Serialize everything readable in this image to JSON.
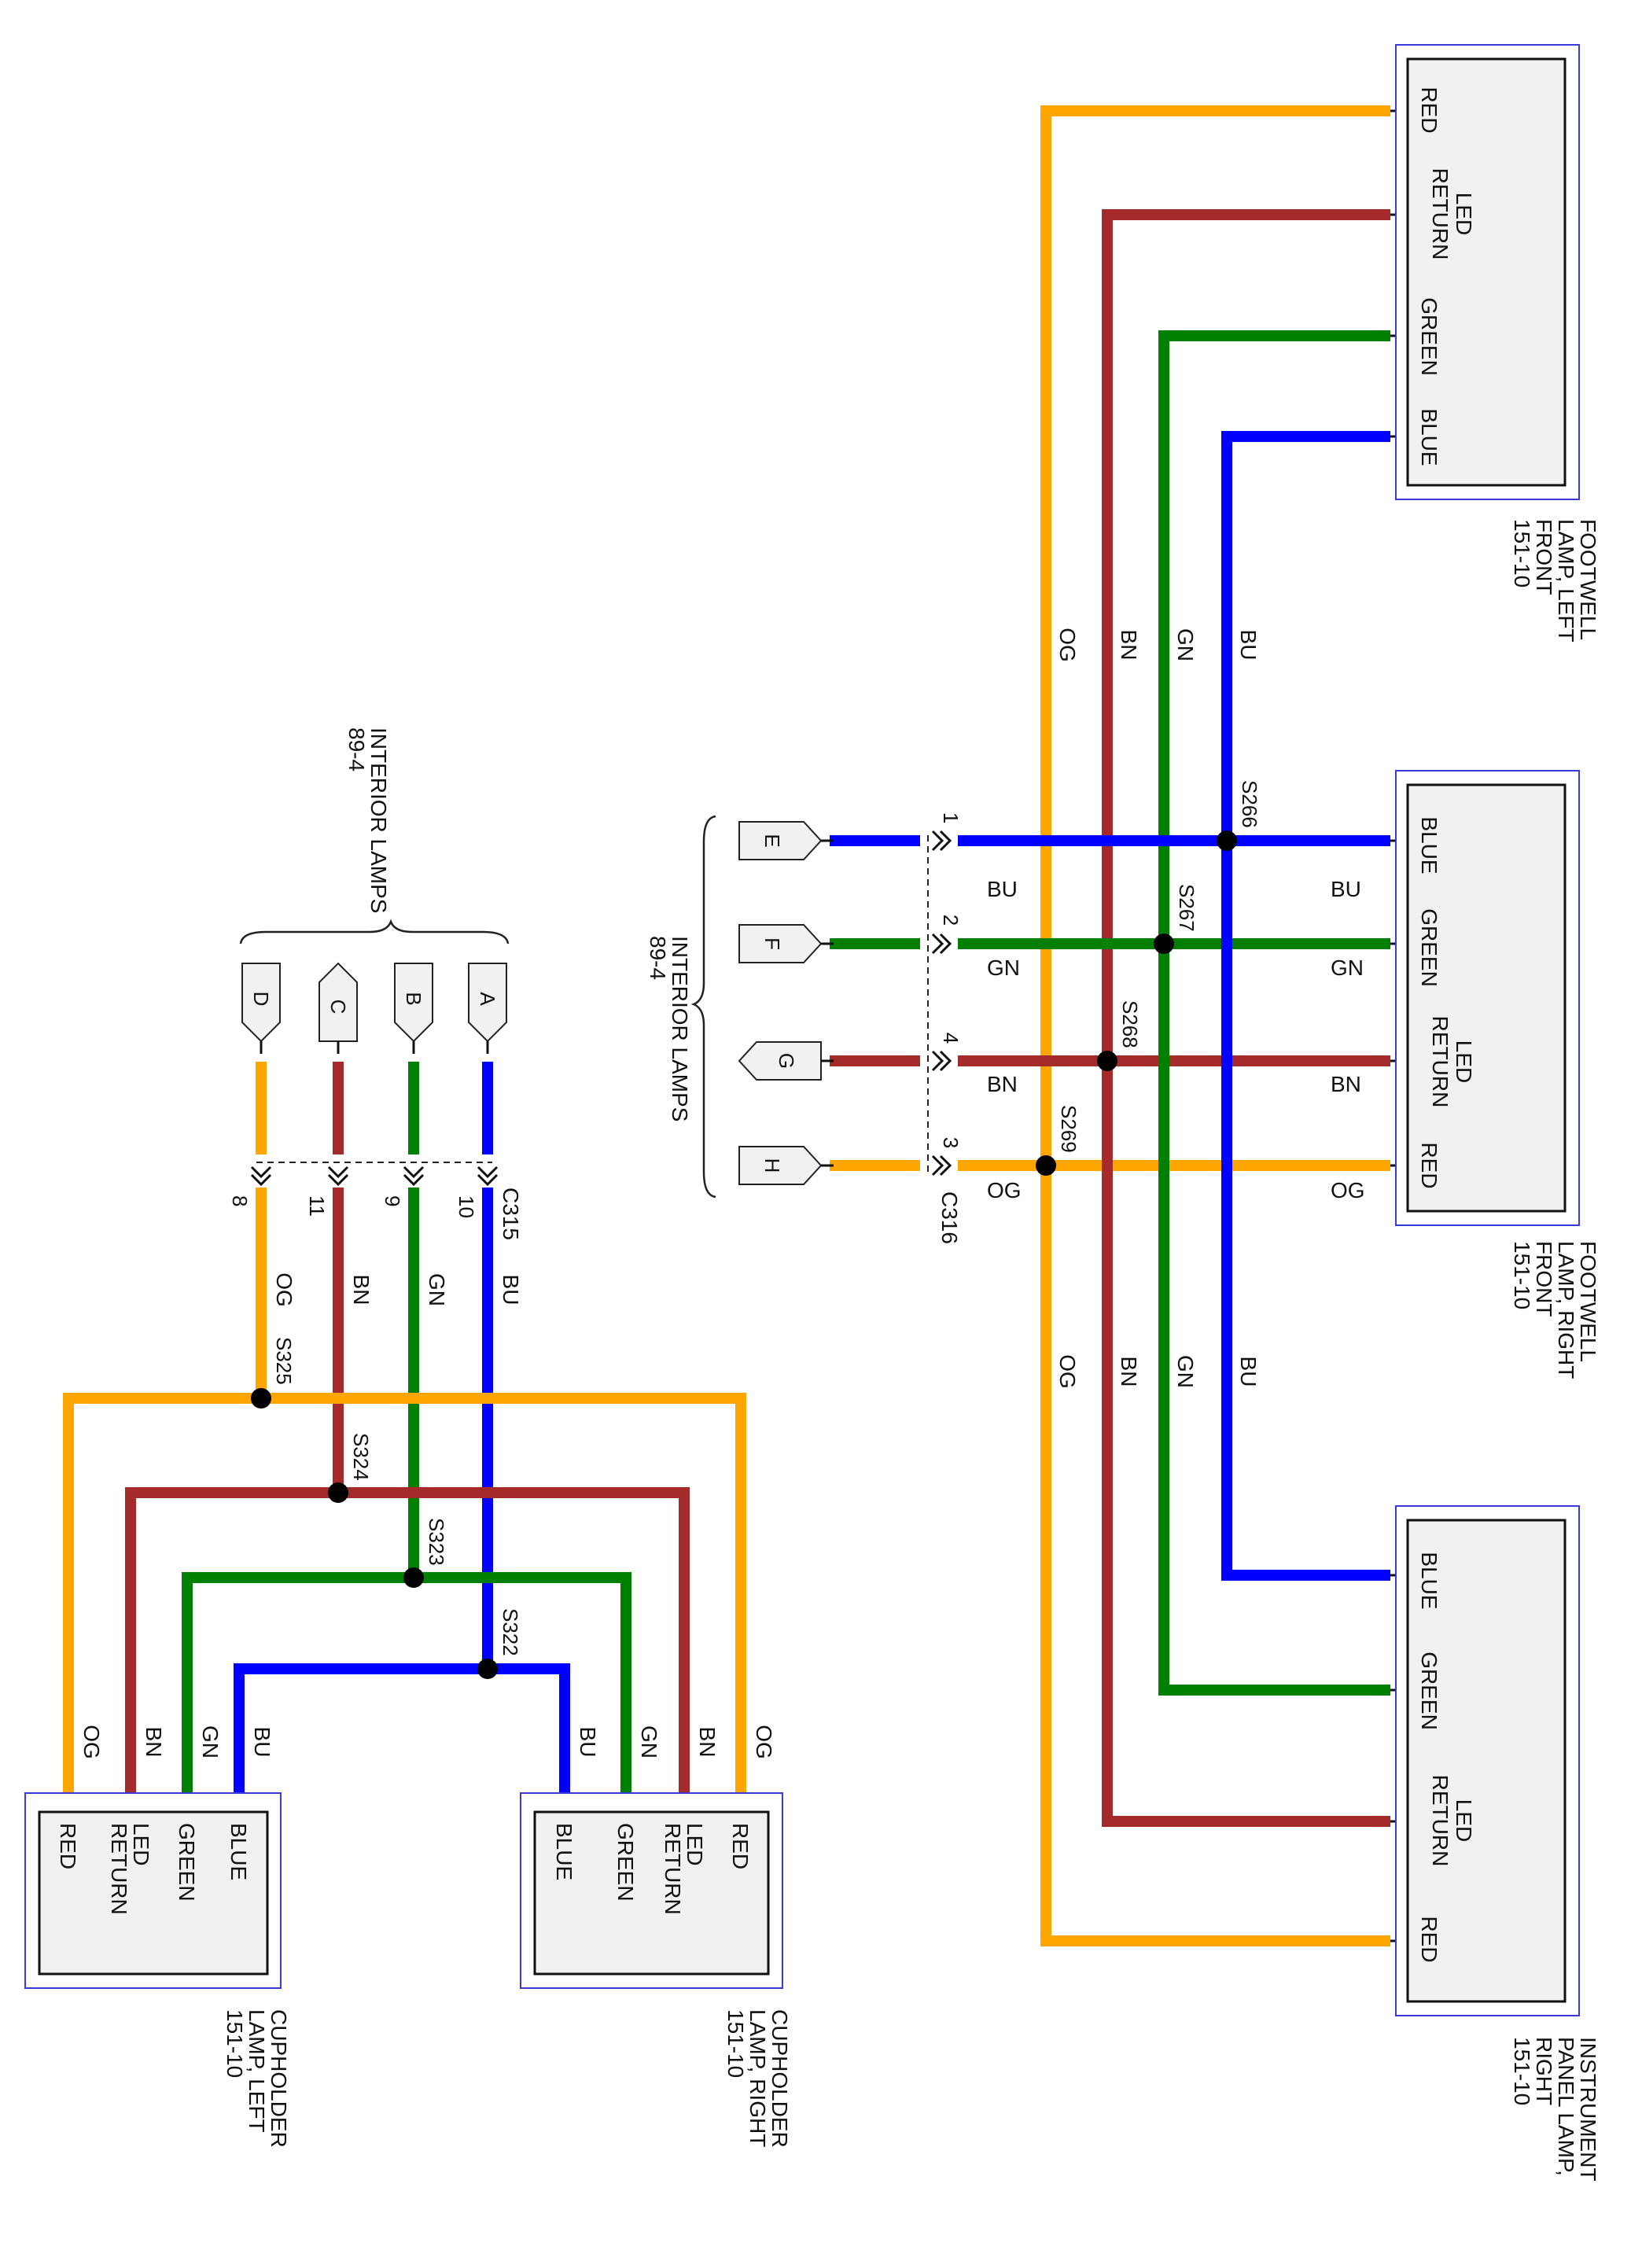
{
  "colors": {
    "OG": "#ffa500",
    "BN": "#a52a2a",
    "GN": "#008000",
    "BU": "#0000ff"
  },
  "components": {
    "footwell_left": {
      "lines": [
        "FOOTWELL",
        "LAMP, LEFT",
        "FRONT",
        "151-10"
      ]
    },
    "footwell_right": {
      "lines": [
        "FOOTWELL",
        "LAMP, RIGHT",
        "FRONT",
        "151-10"
      ]
    },
    "instrument_panel_right": {
      "lines": [
        "INSTRUMENT",
        "PANEL LAMP,",
        "RIGHT",
        "151-10"
      ]
    },
    "cupholder_right": {
      "lines": [
        "CUPHOLDER",
        "LAMP, RIGHT",
        "151-10"
      ]
    },
    "cupholder_left": {
      "lines": [
        "CUPHOLDER",
        "LAMP, LEFT",
        "151-10"
      ]
    }
  },
  "pins": {
    "red": "RED",
    "led_return": [
      "LED",
      "RETURN"
    ],
    "green": "GREEN",
    "blue": "BLUE"
  },
  "wire_codes": {
    "og": "OG",
    "bn": "BN",
    "gn": "GN",
    "bu": "BU"
  },
  "interior_lamps": {
    "lines": [
      "INTERIOR LAMPS",
      "89-4"
    ]
  },
  "connectors": {
    "c316": {
      "name": "C316",
      "pin_letters": [
        "E",
        "F",
        "G",
        "H"
      ],
      "pin_numbers": [
        "1",
        "2",
        "4",
        "3"
      ]
    },
    "c315": {
      "name": "C315",
      "pin_letters": [
        "A",
        "B",
        "C",
        "D"
      ],
      "pin_numbers": [
        "10",
        "9",
        "11",
        "8"
      ]
    }
  },
  "splices": {
    "s266": "S266",
    "s267": "S267",
    "s268": "S268",
    "s269": "S269",
    "s322": "S322",
    "s323": "S323",
    "s324": "S324",
    "s325": "S325"
  }
}
